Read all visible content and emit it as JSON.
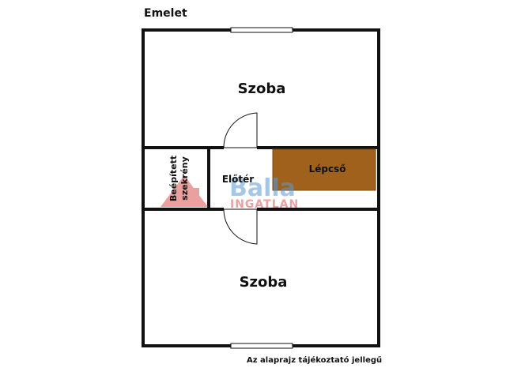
{
  "floor_title": "Emelet",
  "rooms": {
    "top_room": "Szoba",
    "bottom_room": "Szoba",
    "hall": "Előtér",
    "stairs": "Lépcső",
    "closet_line1": "Beépített",
    "closet_line2": "szekrény"
  },
  "watermark": {
    "brand": "Balla",
    "sub": "INGATLAN",
    "color": "#d9534f"
  },
  "note": "Az alaprajz tájékoztató jellegű",
  "colors": {
    "wall": "#111111",
    "stairs_fill": "#a0611c",
    "stairs_border": "#7a4a10"
  }
}
